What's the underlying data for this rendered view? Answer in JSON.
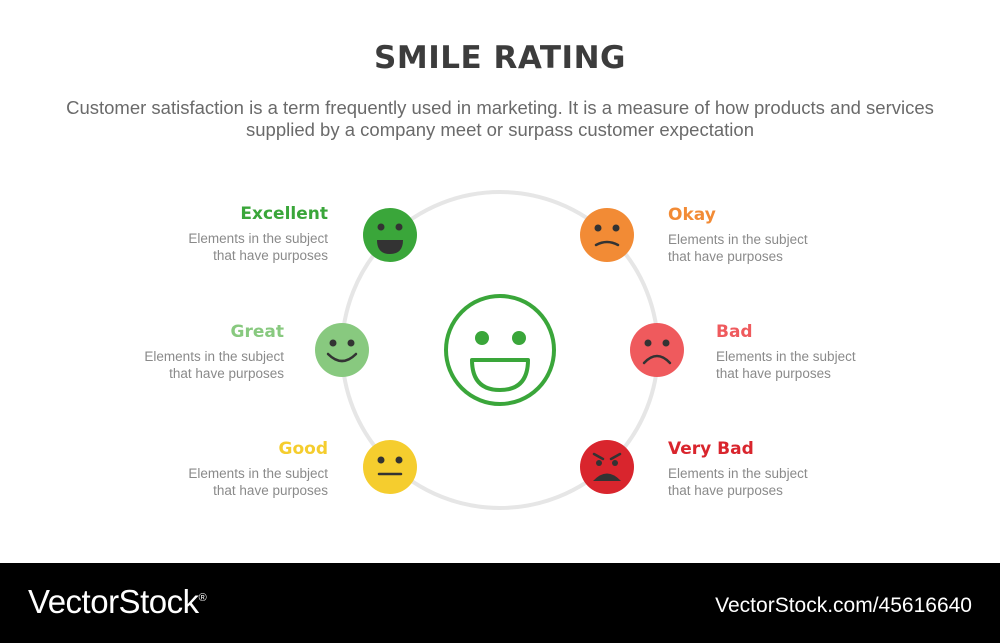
{
  "title": "SMILE RATING",
  "subtitle": "Customer satisfaction is a term frequently used in marketing. It is a measure of how products and services supplied by a company meet or surpass customer expectation",
  "center_face": {
    "icon": "big-smile-face-icon",
    "color": "#3aa63a"
  },
  "ring_color": "#e6e6e6",
  "ratings": [
    {
      "key": "excellent",
      "name": "Excellent",
      "description_line1": "Elements in the subject",
      "description_line2": "that have purposes",
      "color": "#3aa63a",
      "label_color": "#3aa63a",
      "icon": "grin-face-icon"
    },
    {
      "key": "great",
      "name": "Great",
      "description_line1": "Elements in the subject",
      "description_line2": "that have purposes",
      "color": "#88c97f",
      "label_color": "#88c97f",
      "icon": "smile-face-icon"
    },
    {
      "key": "good",
      "name": "Good",
      "description_line1": "Elements in the subject",
      "description_line2": "that have purposes",
      "color": "#f5cd2e",
      "label_color": "#f5cd2e",
      "icon": "neutral-face-icon"
    },
    {
      "key": "okay",
      "name": "Okay",
      "description_line1": "Elements in the subject",
      "description_line2": "that have purposes",
      "color": "#f28b35",
      "label_color": "#f28b35",
      "icon": "slight-frown-face-icon"
    },
    {
      "key": "bad",
      "name": "Bad",
      "description_line1": "Elements in the subject",
      "description_line2": "that have purposes",
      "color": "#ef5a5d",
      "label_color": "#ef5a5d",
      "icon": "frown-face-icon"
    },
    {
      "key": "very_bad",
      "name": "Very Bad",
      "description_line1": "Elements in the subject",
      "description_line2": "that have purposes",
      "color": "#d9252d",
      "label_color": "#d9252d",
      "icon": "angry-face-icon"
    }
  ],
  "footer": {
    "brand": "VectorStock",
    "brand_mark": "®",
    "url": "VectorStock.com/45616640"
  }
}
